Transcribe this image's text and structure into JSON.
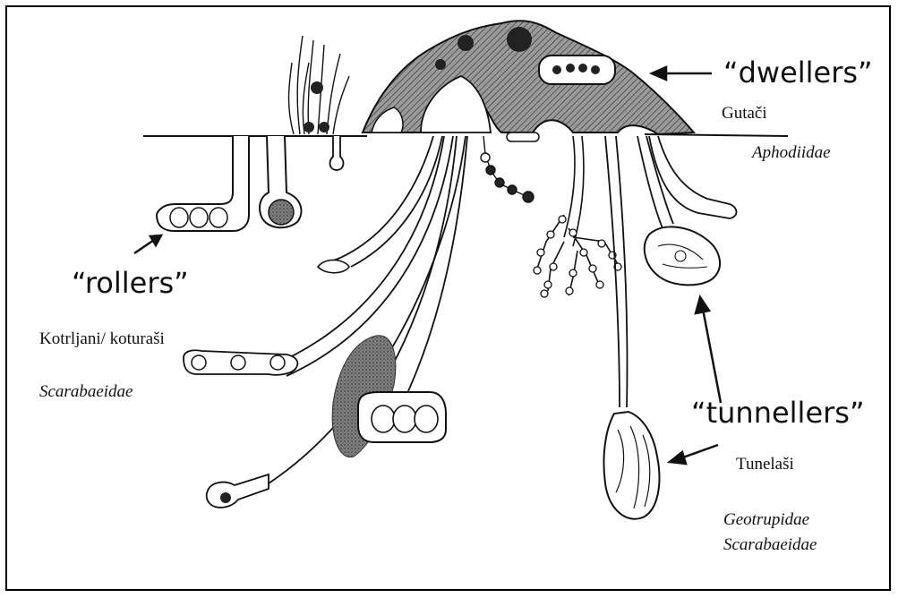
{
  "groups": {
    "dwellers": {
      "label": "“dwellers”",
      "local_name": "Gutači",
      "family": "Aphodiidae"
    },
    "rollers": {
      "label": "“rollers”",
      "local_name": "Kotrljani/ koturaši",
      "family": "Scarabaeidae"
    },
    "tunnellers": {
      "label": "“tunnellers”",
      "local_name": "Tunelaši",
      "families": [
        "Geotrupidae",
        "Scarabaeidae"
      ]
    }
  },
  "colors": {
    "ink": "#111111",
    "dung_fill": "#8a8a8a",
    "soil": "#ffffff"
  }
}
